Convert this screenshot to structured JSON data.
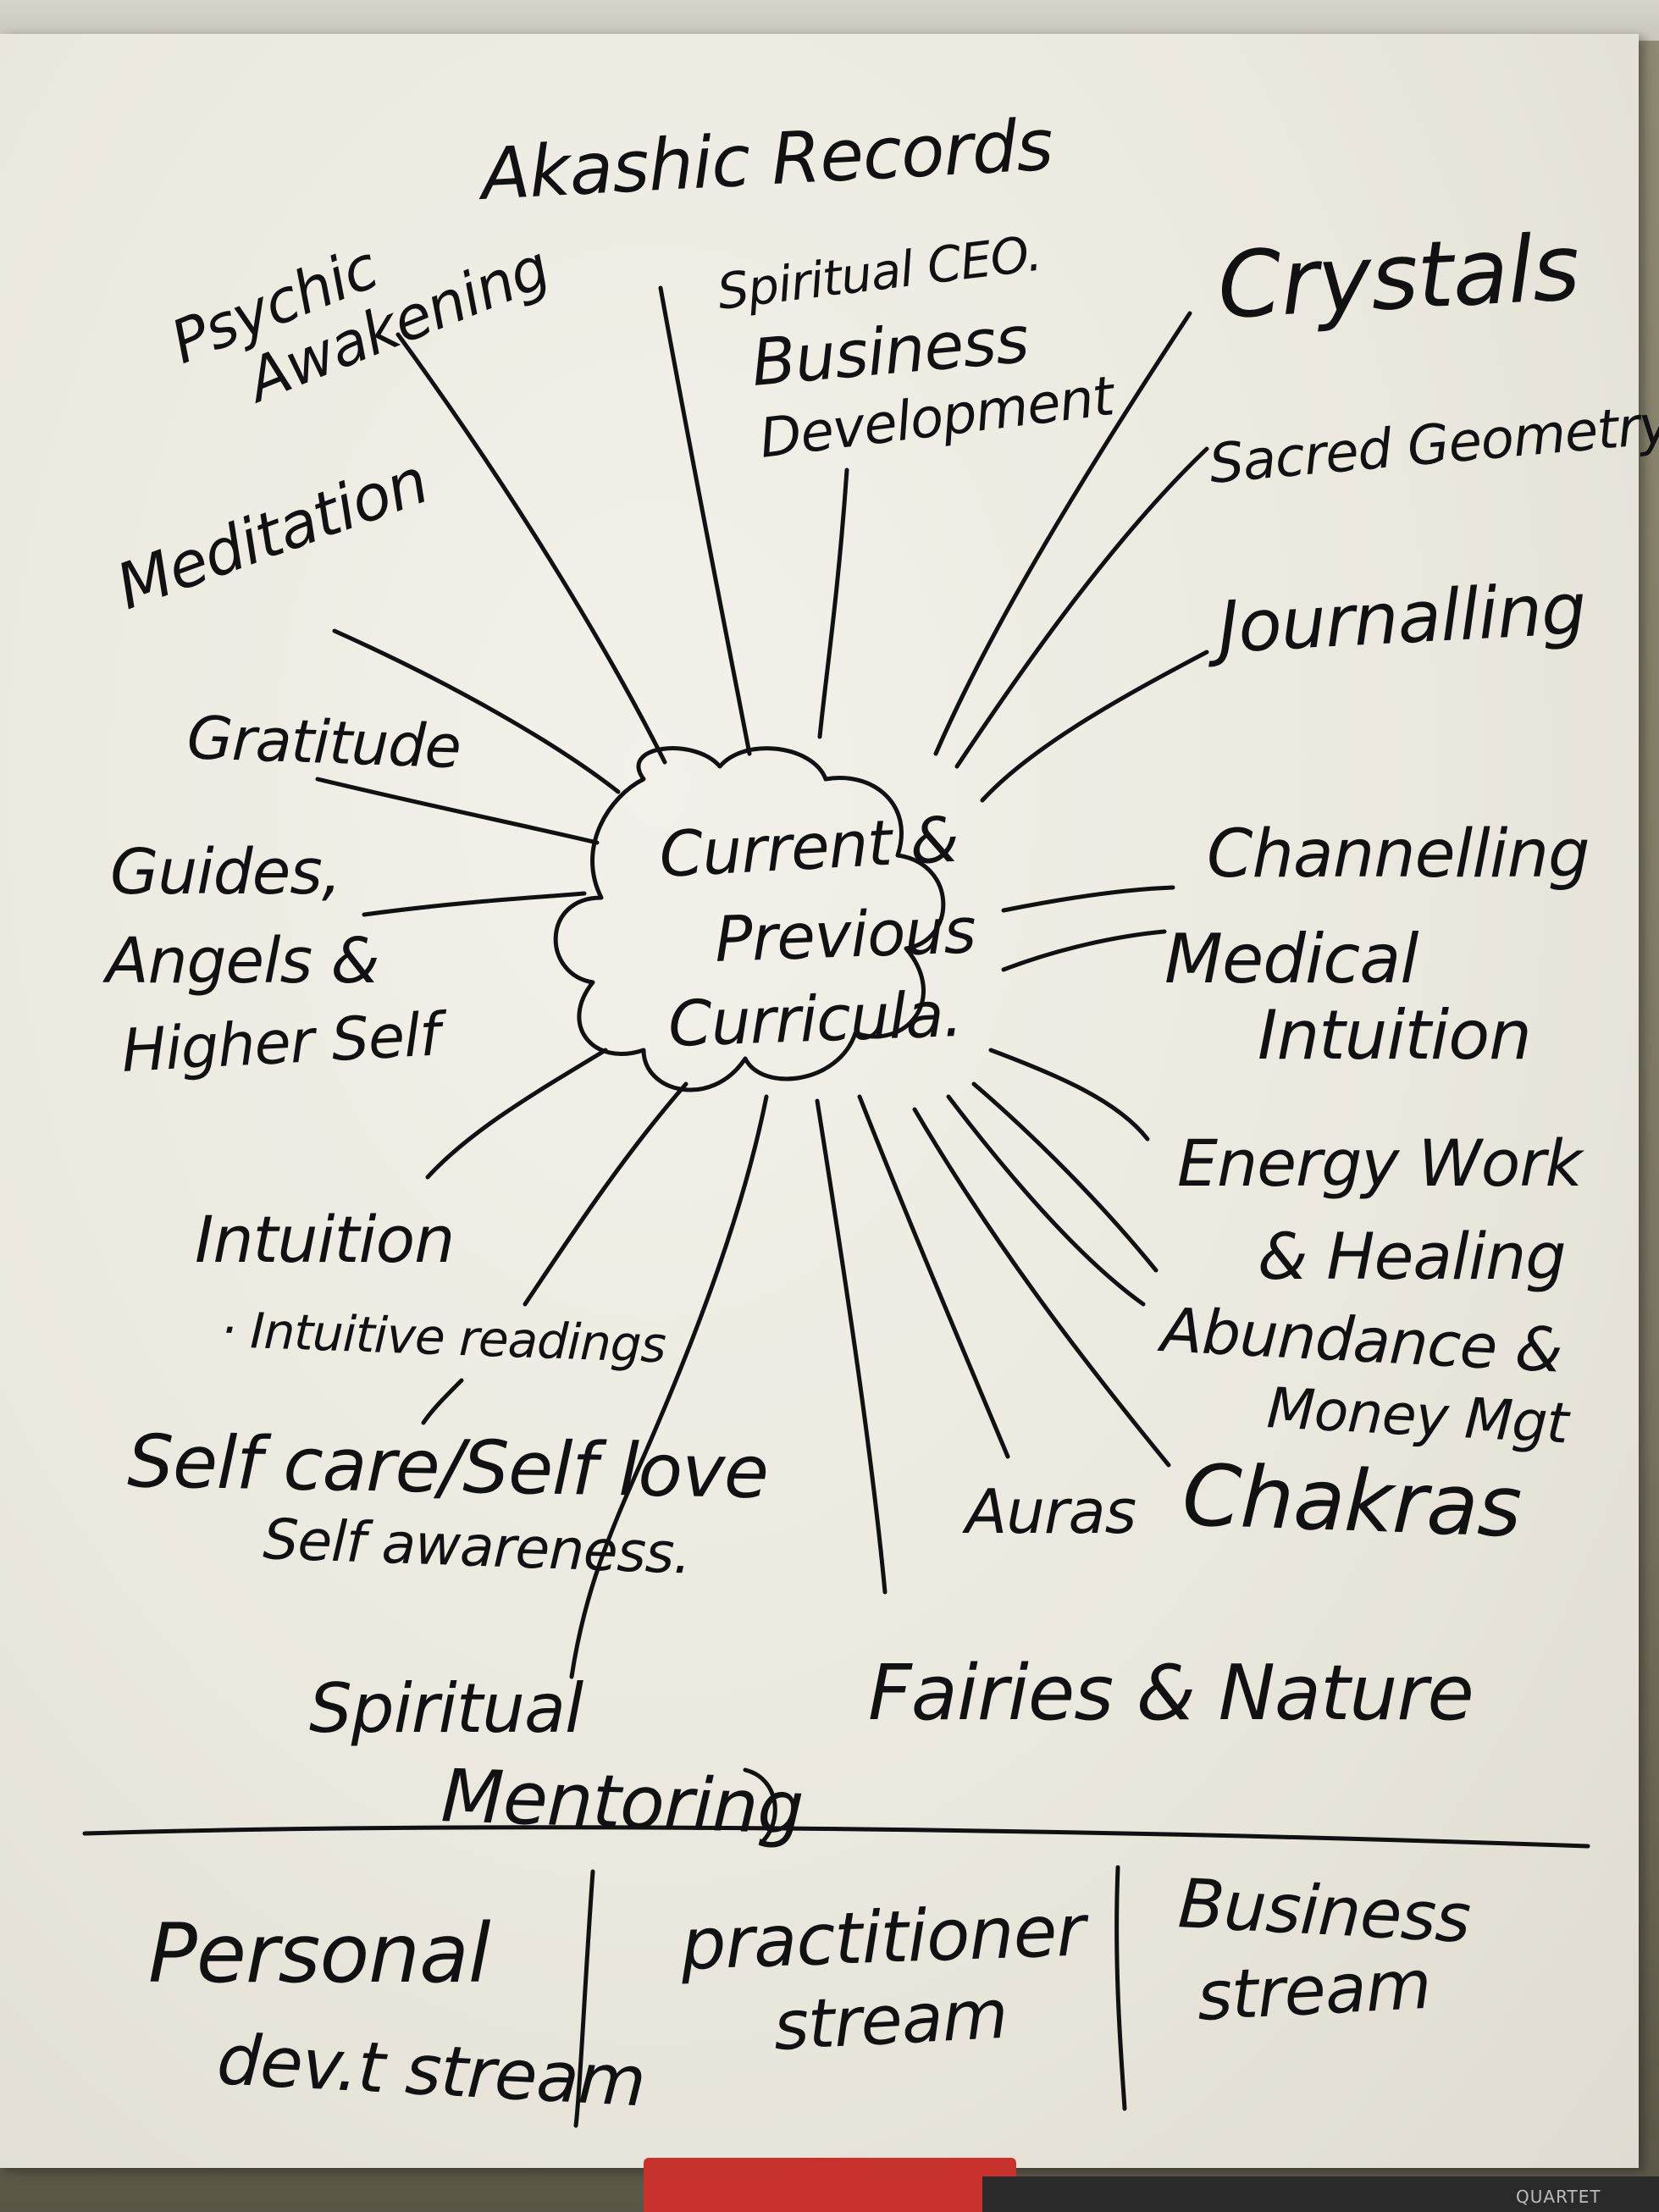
{
  "center": {
    "lines": [
      "Current &",
      "Previous",
      "Curricula."
    ]
  },
  "topics": {
    "akashic": [
      "Akashic Records"
    ],
    "psychic": [
      "Psychic",
      "Awakening"
    ],
    "spiritual_ceo": [
      "Spiritual CEO.",
      "Business",
      "Development"
    ],
    "crystals": [
      "Crystals"
    ],
    "sacred": [
      "Sacred Geometry"
    ],
    "journalling": [
      "Journalling"
    ],
    "meditation": [
      "Meditation"
    ],
    "gratitude": [
      "Gratitude"
    ],
    "guides": [
      "Guides,",
      "Angels &",
      "Higher Self"
    ],
    "channelling": [
      "Channelling"
    ],
    "medical": [
      "Medical",
      "Intuition"
    ],
    "energy": [
      "Energy Work",
      "& Healing"
    ],
    "intuition": [
      "Intuition"
    ],
    "intuitive_readings": [
      "· Intuitive readings"
    ],
    "abundance": [
      "Abundance &",
      "Money Mgt"
    ],
    "selfcare": [
      "Self care/Self love",
      "Self awareness."
    ],
    "auras": [
      "Auras"
    ],
    "chakras": [
      "Chakras"
    ],
    "fairies": [
      "Fairies & Nature"
    ],
    "mentoring": [
      "Spiritual",
      "Mentoring"
    ]
  },
  "streams": {
    "personal": [
      "Personal",
      "dev.t stream"
    ],
    "practitioner": [
      "practitioner",
      "stream"
    ],
    "business": [
      "Business",
      "stream"
    ]
  },
  "brand": "QUARTET"
}
